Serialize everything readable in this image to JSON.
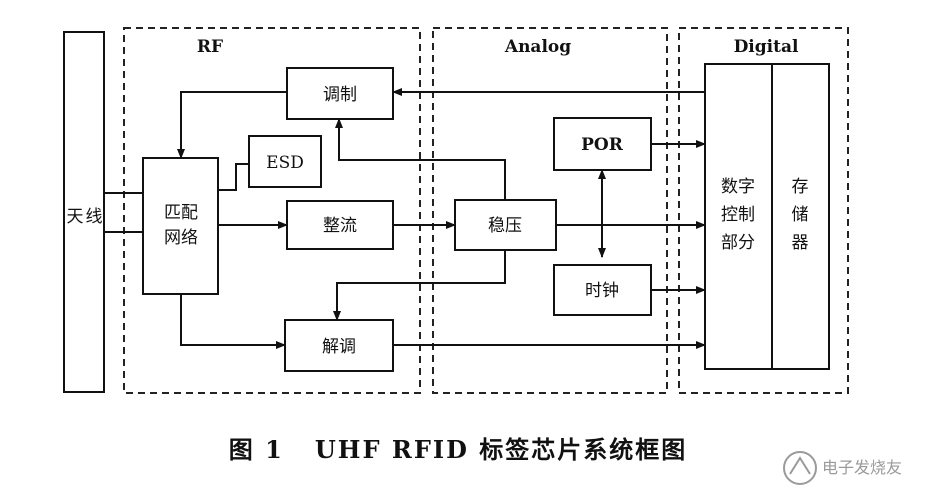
{
  "regions": {
    "rf": "RF",
    "analog": "Analog",
    "digital": "Digital"
  },
  "blocks": {
    "antenna": [
      "天",
      "线"
    ],
    "matching": [
      "匹配",
      "网络"
    ],
    "esd": "ESD",
    "modulation": "调制",
    "rectifier": "整流",
    "demodulation": "解调",
    "regulator": "稳压",
    "por": "POR",
    "clock": "时钟",
    "digital_control": [
      "数字",
      "控制",
      "部分"
    ],
    "memory": [
      "存",
      "储",
      "器"
    ]
  },
  "caption": "图 1   UHF RFID 标签芯片系统框图",
  "watermark": "电子发烧友"
}
